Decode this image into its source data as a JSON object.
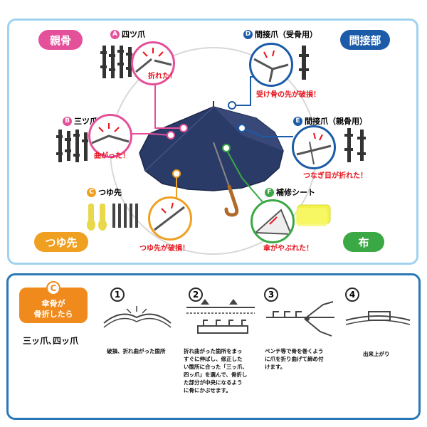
{
  "top": {
    "pill_oyabone": "親骨",
    "pill_kansetsubu": "間接部",
    "pill_tsuyusaki": "つゆ先",
    "pill_nuno": "布",
    "items": {
      "a": {
        "letter": "A",
        "title": "四ツ爪",
        "caption": "折れた！"
      },
      "b": {
        "letter": "B",
        "title": "三ツ爪",
        "caption": "曲がった！"
      },
      "c": {
        "letter": "C",
        "title": "つゆ先",
        "caption": "つゆ先が破損！"
      },
      "d": {
        "letter": "D",
        "title": "間接爪（受骨用）",
        "caption": "受け骨の先が破損！"
      },
      "e": {
        "letter": "E",
        "title": "間接爪（親骨用）",
        "caption": "つなぎ目が折れた！"
      },
      "f": {
        "letter": "F",
        "title": "補修シート",
        "caption": "傘がやぶれた！"
      }
    }
  },
  "bottom": {
    "badge_letter": "C",
    "badge_line1": "傘骨が",
    "badge_line2": "骨折したら",
    "parts_label": "三ッ爪､四ッ爪",
    "steps": [
      {
        "num": "1",
        "text": "破損、折れ曲がった箇所"
      },
      {
        "num": "2",
        "lines": [
          "折れ曲がった箇所をまっ",
          "すぐに伸ばし、修正した",
          "い箇所に合った「三ッ爪、",
          "四ッ爪」を選んで、骨折し",
          "た部分が中央になるよう",
          "に骨にかぶせます。"
        ]
      },
      {
        "num": "3",
        "lines": [
          "ペンチ等で骨を巻くよう",
          "に爪を折り曲げて締め付",
          "けます。"
        ]
      },
      {
        "num": "4",
        "text": "出来上がり"
      }
    ]
  },
  "colors": {
    "pink": "#e4509a",
    "blue": "#1b5ba8",
    "orange": "#f0a020",
    "green": "#3aa844",
    "panel_border": "#9fd2ef",
    "bottom_border": "#2878b8",
    "umbrella": "#2a3a66",
    "caption_red": "#e8141c"
  }
}
